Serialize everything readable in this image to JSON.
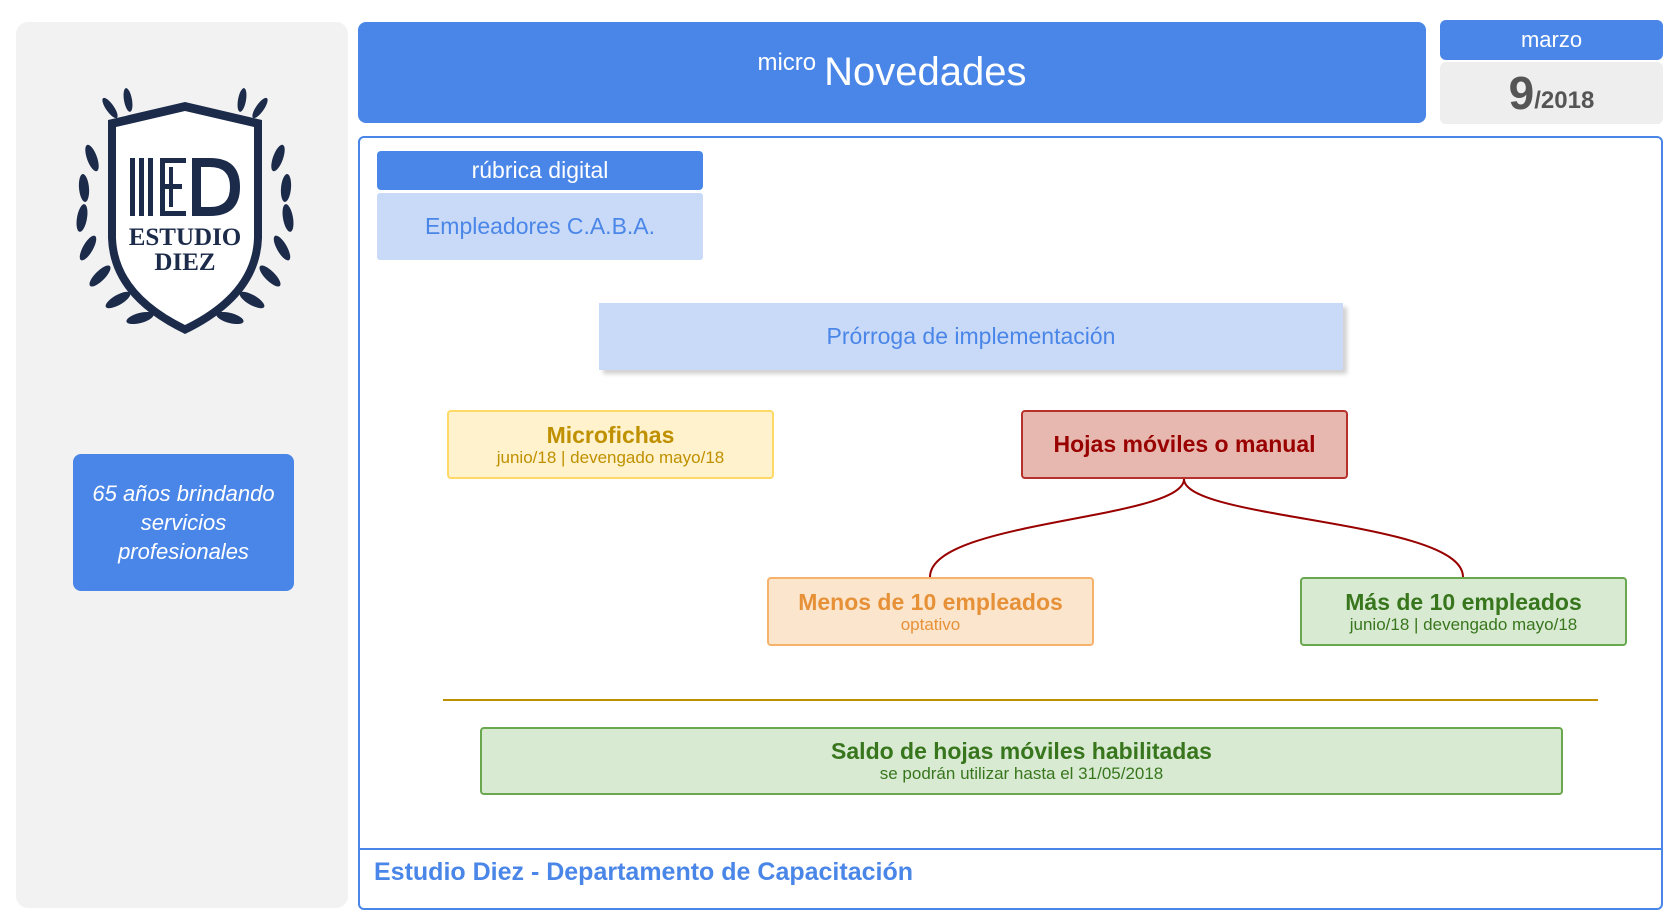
{
  "sidebar": {
    "logo": {
      "icon": "shield-laurel-logo-icon",
      "monogram": "IED",
      "line1": "ESTUDIO",
      "line2": "DIEZ",
      "color": "#1c2b4a"
    },
    "tagline": "65 años brindando servicios profesionales"
  },
  "header": {
    "prefix": "micro",
    "title": "Novedades"
  },
  "date": {
    "month": "marzo",
    "day": "9",
    "year": "/2018"
  },
  "section": {
    "tab": "rúbrica digital",
    "subtitle": "Empleadores C.A.B.A."
  },
  "diagram": {
    "main": "Prórroga de implementación",
    "microfichas": {
      "title": "Microfichas",
      "detail": "junio/18 | devengado mayo/18"
    },
    "hojas": {
      "title": "Hojas móviles o manual"
    },
    "menos": {
      "title": "Menos de 10 empleados",
      "detail": "optativo"
    },
    "mas": {
      "title": "Más de 10 empleados",
      "detail": "junio/18 | devengado mayo/18"
    },
    "saldo": {
      "title": "Saldo de hojas móviles habilitadas",
      "detail": "se podrán utilizar hasta el 31/05/2018"
    }
  },
  "footer": {
    "text": "Estudio Diez - Departamento de Capacitación"
  },
  "colors": {
    "accent": "#4a86e8",
    "light_blue": "#c9daf8",
    "dark_red": "#990000",
    "green": "#38761d",
    "orange": "#e69138",
    "gold": "#bf9000"
  }
}
